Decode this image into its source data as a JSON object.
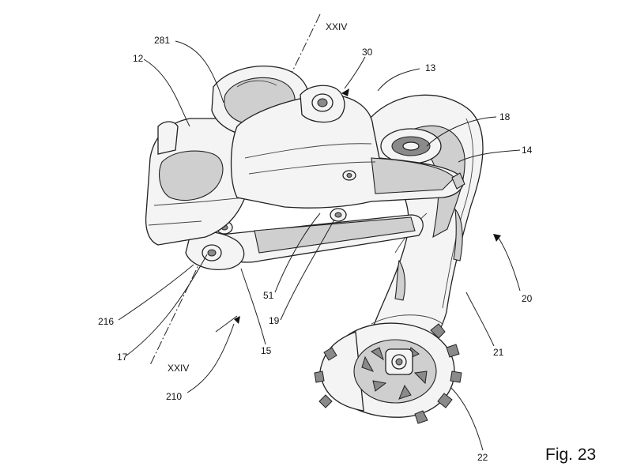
{
  "figure": {
    "caption": "Fig. 23",
    "section_labels": {
      "top": "XXIV",
      "bottom": "XXIV"
    },
    "reference_numerals": [
      "281",
      "12",
      "30",
      "13",
      "18",
      "14",
      "20",
      "21",
      "22",
      "210",
      "15",
      "17",
      "216",
      "51",
      "19"
    ]
  }
}
